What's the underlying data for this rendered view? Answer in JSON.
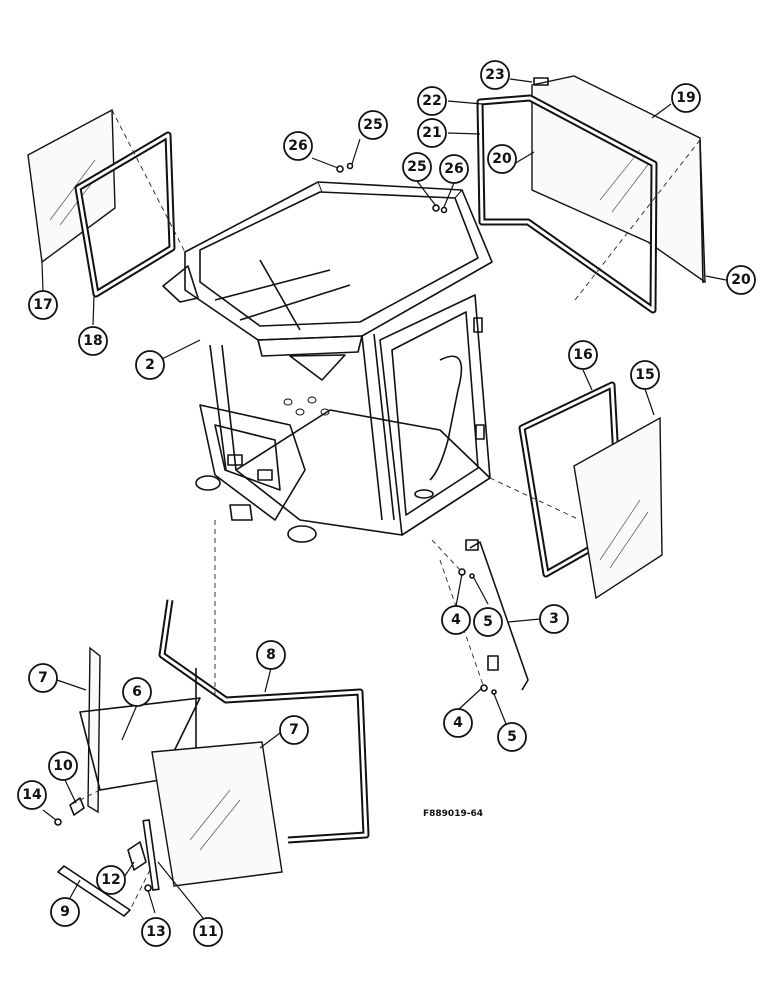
{
  "figure_code": "F889019-64",
  "callouts": [
    {
      "label": "2"
    },
    {
      "label": "3"
    },
    {
      "label": "4"
    },
    {
      "label": "4"
    },
    {
      "label": "5"
    },
    {
      "label": "5"
    },
    {
      "label": "6"
    },
    {
      "label": "7"
    },
    {
      "label": "7"
    },
    {
      "label": "8"
    },
    {
      "label": "9"
    },
    {
      "label": "10"
    },
    {
      "label": "11"
    },
    {
      "label": "12"
    },
    {
      "label": "13"
    },
    {
      "label": "14"
    },
    {
      "label": "15"
    },
    {
      "label": "16"
    },
    {
      "label": "17"
    },
    {
      "label": "18"
    },
    {
      "label": "19"
    },
    {
      "label": "20"
    },
    {
      "label": "20"
    },
    {
      "label": "21"
    },
    {
      "label": "22"
    },
    {
      "label": "23"
    },
    {
      "label": "25"
    },
    {
      "label": "25"
    },
    {
      "label": "26"
    },
    {
      "label": "26"
    }
  ]
}
